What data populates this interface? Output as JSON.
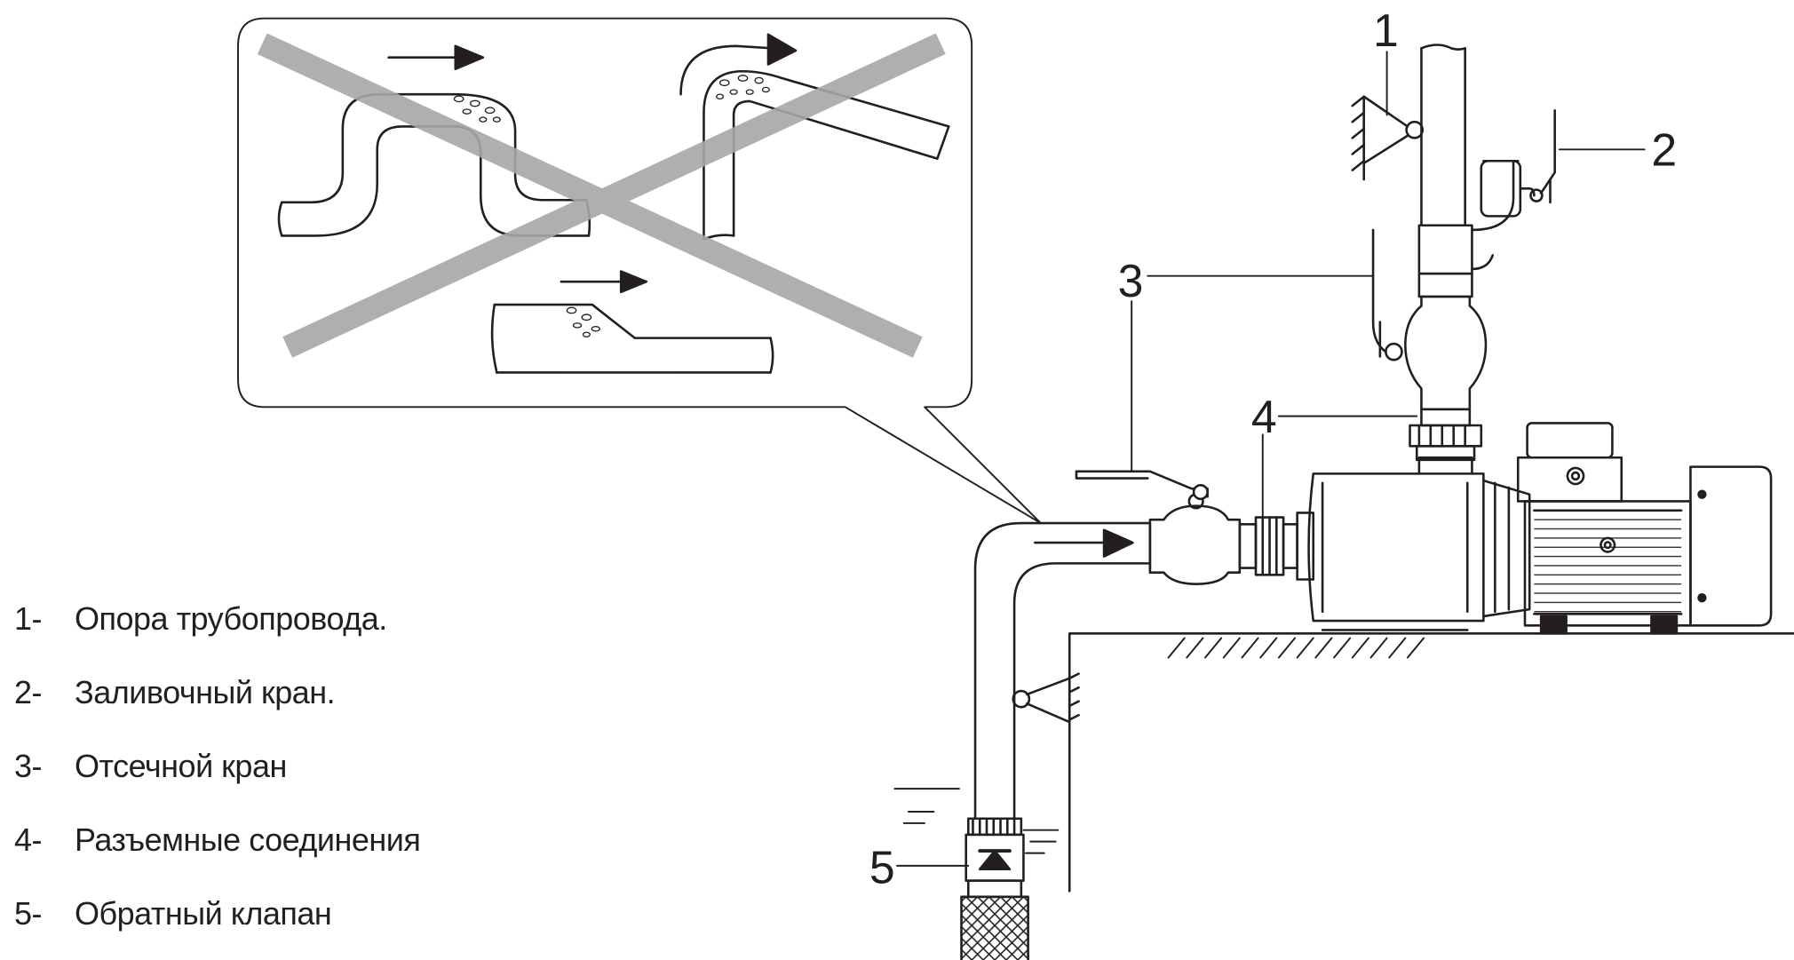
{
  "callouts": [
    "1",
    "2",
    "3",
    "4",
    "5"
  ],
  "legend": [
    {
      "num": "1-",
      "text": "Опора трубопровода."
    },
    {
      "num": "2-",
      "text": "Заливочный кран."
    },
    {
      "num": "3-",
      "text": "Отсечной кран"
    },
    {
      "num": "4-",
      "text": "Разъемные соединения"
    },
    {
      "num": "5-",
      "text": "Обратный клапан"
    }
  ],
  "colors": {
    "line": "#231f20",
    "cross": "#a7a7a7",
    "background": "#ffffff"
  },
  "icons": [
    "flow-arrow-icon",
    "prohibited-cross-icon",
    "check-valve-icon",
    "ball-valve-icon"
  ]
}
